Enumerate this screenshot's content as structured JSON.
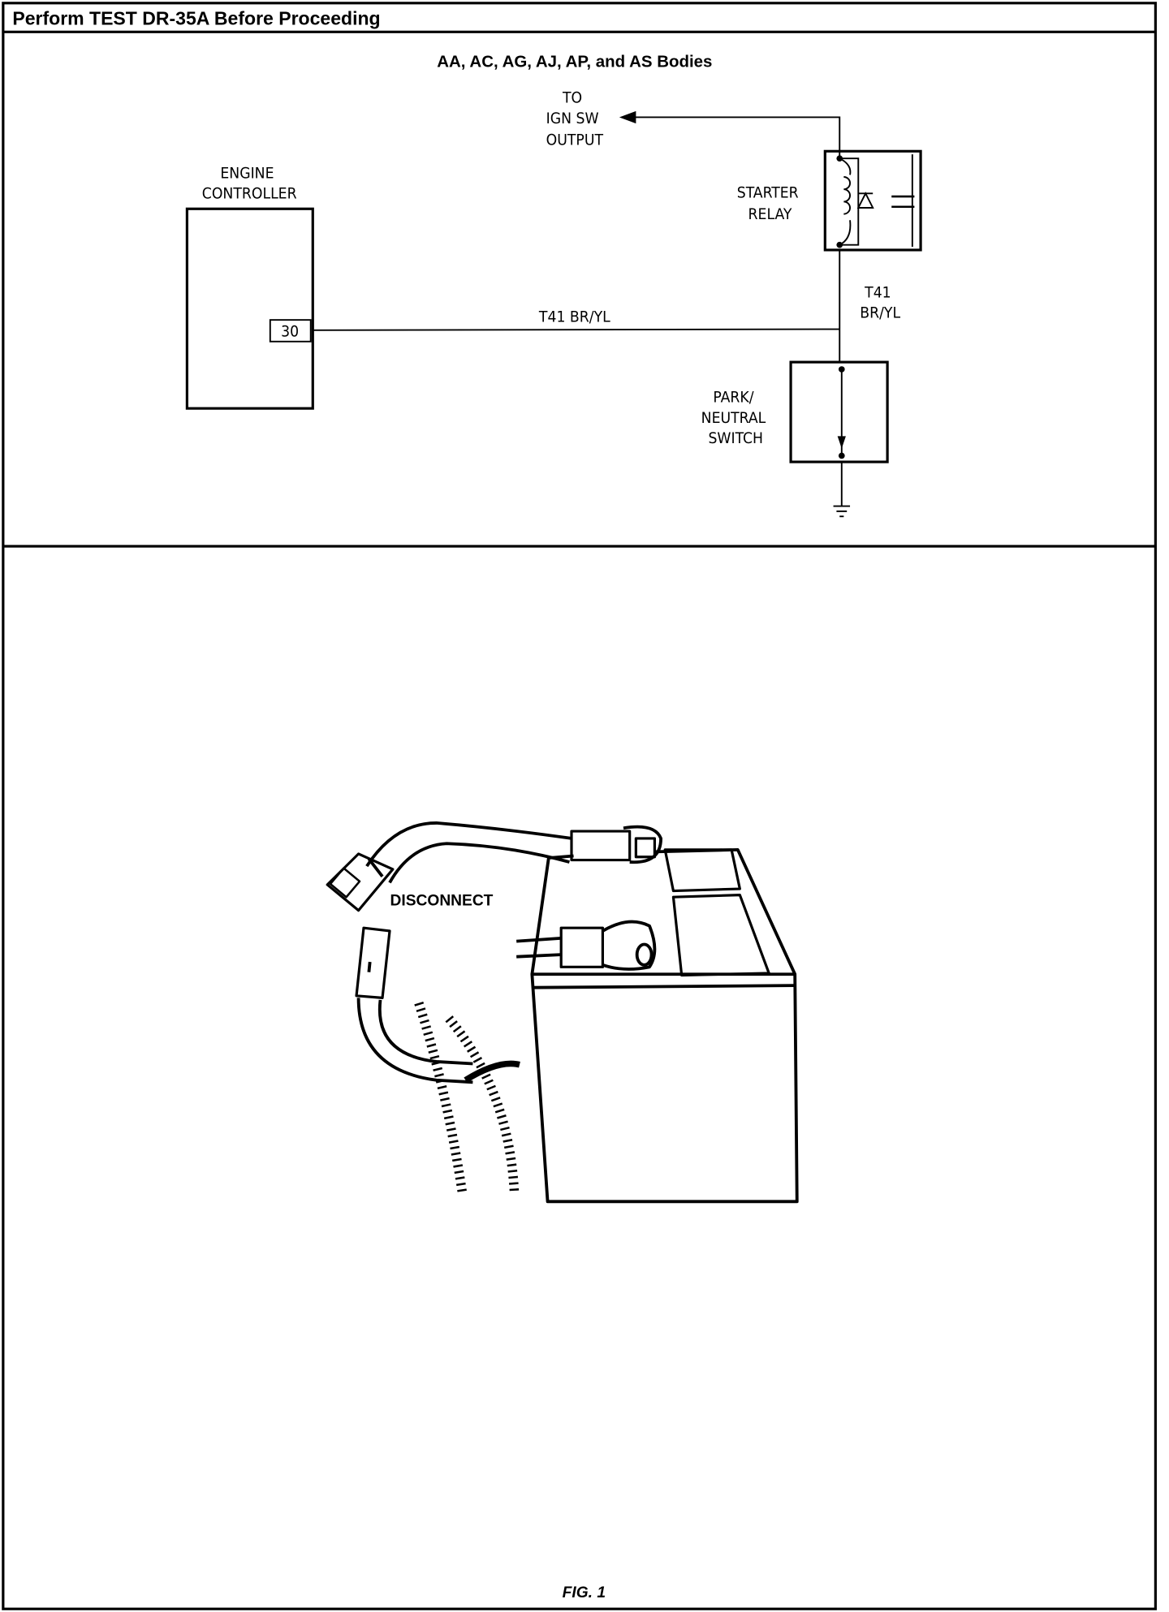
{
  "header": {
    "title": "Perform TEST DR-35A Before Proceeding"
  },
  "schematic": {
    "subtitle": "AA, AC, AG, AJ, AP, and AS Bodies",
    "ign_label": [
      "TO",
      "IGN  SW",
      "OUTPUT"
    ],
    "engine_controller": [
      "ENGINE",
      "CONTROLLER"
    ],
    "pin": "30",
    "wire_horizontal": "T41  BR/YL",
    "wire_vertical": [
      "T41",
      "BR/YL"
    ],
    "starter_relay": [
      "STARTER",
      "RELAY"
    ],
    "park_neutral": [
      "PARK/",
      "NEUTRAL",
      "SWITCH"
    ]
  },
  "illustration": {
    "callout": "DISCONNECT"
  },
  "caption": "FIG. 1"
}
